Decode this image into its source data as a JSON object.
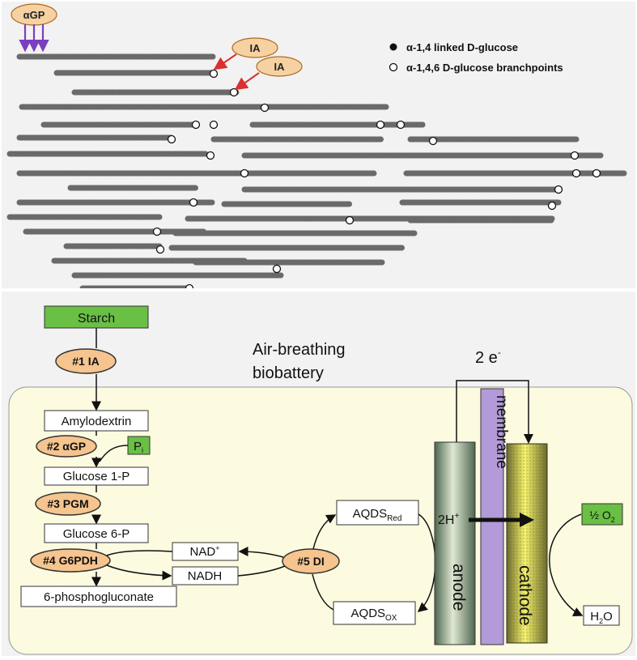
{
  "starch_panel": {
    "enzyme_agp": "αGP",
    "enzyme_ia_1": "IA",
    "enzyme_ia_2": "IA",
    "legend": [
      {
        "marker": "filled",
        "label": "α-1,4 linked D-glucose"
      },
      {
        "marker": "open",
        "label": "α-1,4,6 D-glucose branchpoints"
      }
    ],
    "colors": {
      "chain": "#6a6a6a",
      "enzyme_fill": "#f6d2a3",
      "arrow_red": "#d93030",
      "arrow_purple": "#7a3fbf"
    }
  },
  "pathway": {
    "starch": "Starch",
    "ia": "#1 IA",
    "amylodextrin": "Amylodextrin",
    "agp": "#2 αGP",
    "pi_main": "P",
    "pi_sub": "i",
    "glucose1p": "Glucose 1-P",
    "pgm": "#3 PGM",
    "glucose6p": "Glucose 6-P",
    "g6pdh": "#4 G6PDH",
    "phosphogluconate": "6-phosphogluconate",
    "nad_main": "NAD",
    "nad_sup": "+",
    "nadh": "NADH",
    "di": "#5 DI",
    "aqds_red_main": "AQDS",
    "aqds_red_sub": "Red",
    "aqds_ox_main": "AQDS",
    "aqds_ox_sub": "OX",
    "biobattery_line1": "Air-breathing",
    "biobattery_line2": "biobattery",
    "electrons_main": "2 e",
    "electrons_sup": "-",
    "membrane": "membrane",
    "anode": "anode",
    "cathode": "cathode",
    "protons_main": "2H",
    "protons_sup": "+",
    "oxygen_main": "½ O",
    "oxygen_sub": "2",
    "water_main": "H",
    "water_sub": "2",
    "water_end": "O",
    "colors": {
      "green": "#6abf45",
      "enzyme": "#f6c48f",
      "battery_bg": "#fcfbe0",
      "membrane": "#b39ad8"
    }
  }
}
